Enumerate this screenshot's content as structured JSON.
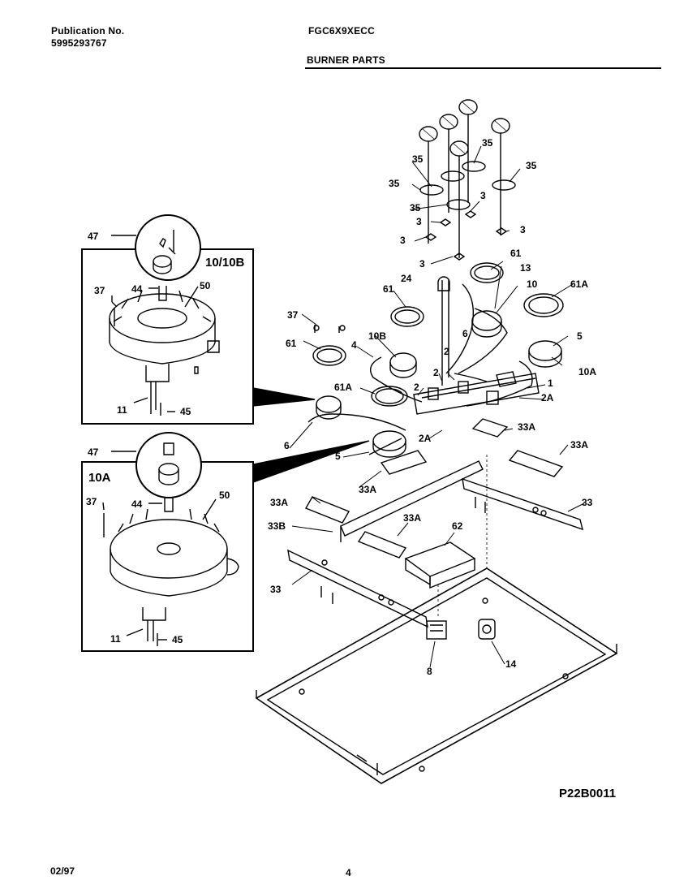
{
  "header": {
    "publication_label": "Publication No.",
    "publication_number": "5995293767",
    "model": "FGC6X9XECC",
    "section_title": "BURNER PARTS"
  },
  "footer": {
    "date": "02/97",
    "page_number": "4",
    "diagram_code": "P22B0011"
  },
  "insets": {
    "top_title": "10/10B",
    "bottom_title": "10A"
  },
  "callouts": {
    "c47_top": "47",
    "c37_top": "37",
    "c44_top": "44",
    "c50_top": "50",
    "c11_top": "11",
    "c45_top": "45",
    "c47_bot": "47",
    "c37_bot": "37",
    "c44_bot": "44",
    "c50_bot": "50",
    "c11_bot": "11",
    "c45_bot": "45",
    "c35_a": "35",
    "c35_b": "35",
    "c35_c": "35",
    "c35_d": "35",
    "c35_e": "35",
    "c3_a": "3",
    "c3_b": "3",
    "c3_c": "3",
    "c3_d": "3",
    "c3_e": "3",
    "c61_a": "61",
    "c61_b": "61",
    "c61_c": "61",
    "c61A_a": "61A",
    "c61A_b": "61A",
    "c13": "13",
    "c10": "10",
    "c24": "24",
    "c37_main": "37",
    "c10B": "10B",
    "c4": "4",
    "c6_a": "6",
    "c6_b": "6",
    "c5_a": "5",
    "c5_b": "5",
    "c10A": "10A",
    "c2_a": "2",
    "c2_b": "2",
    "c2_c": "2",
    "c1": "1",
    "c2A_a": "2A",
    "c2A_b": "2A",
    "c33A_a": "33A",
    "c33A_b": "33A",
    "c33A_c": "33A",
    "c33A_d": "33A",
    "c33A_e": "33A",
    "c33_a": "33",
    "c33_b": "33",
    "c33B": "33B",
    "c62": "62",
    "c8": "8",
    "c14": "14"
  }
}
